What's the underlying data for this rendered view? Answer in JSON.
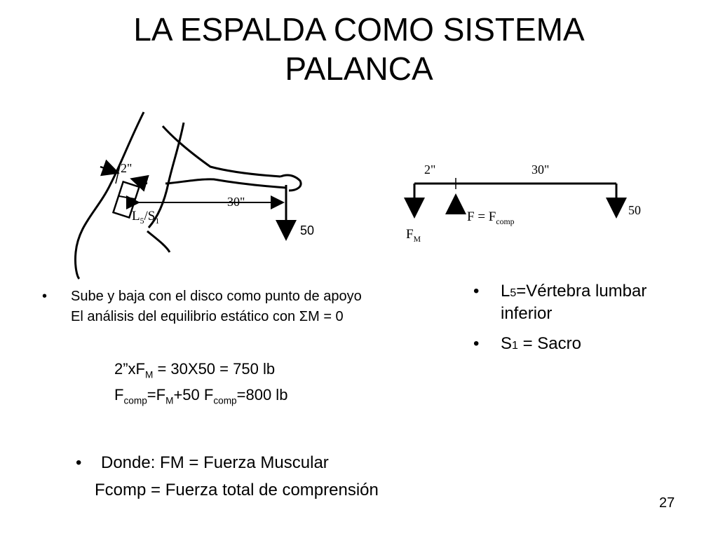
{
  "slide": {
    "title_line1": "LA ESPALDA COMO SISTEMA",
    "title_line2": "PALANCA",
    "page_number": "27"
  },
  "figure_left": {
    "label_2in": "2\"",
    "label_30in": "30\"",
    "label_L": "L",
    "label_L_sub": "5",
    "label_slash_S": "/S",
    "label_S_sub": "1",
    "label_load": "50"
  },
  "figure_right": {
    "label_2in": "2\"",
    "label_30in": "30\"",
    "label_F_eq": "F = F",
    "label_F_sub": "comp",
    "label_FM": "F",
    "label_FM_sub": "M",
    "label_load": "50"
  },
  "bullets_left": {
    "line1": "Sube y baja con el disco como punto de apoyo",
    "line2": "El análisis del equilibrio estático con ΣM = 0"
  },
  "equations": {
    "eq1_a": "2”xF",
    "eq1_sub": "M",
    "eq1_b": " = 30X50  = 750 lb",
    "eq2_a": "F",
    "eq2_sub1": "comp",
    "eq2_b": "=F",
    "eq2_sub2": "M",
    "eq2_c": "+50 F",
    "eq2_sub3": "comp",
    "eq2_d": "=800 lb"
  },
  "bullets_right": {
    "item1_a": "L",
    "item1_sub": "5",
    "item1_b": "=Vértebra lumbar",
    "item1_line2": "inferior",
    "item2_a": "S",
    "item2_sub": "1",
    "item2_b": " = Sacro"
  },
  "definitions": {
    "line1": "Donde: FM = Fuerza Muscular",
    "line2": "Fcomp = Fuerza total  de comprensión"
  }
}
